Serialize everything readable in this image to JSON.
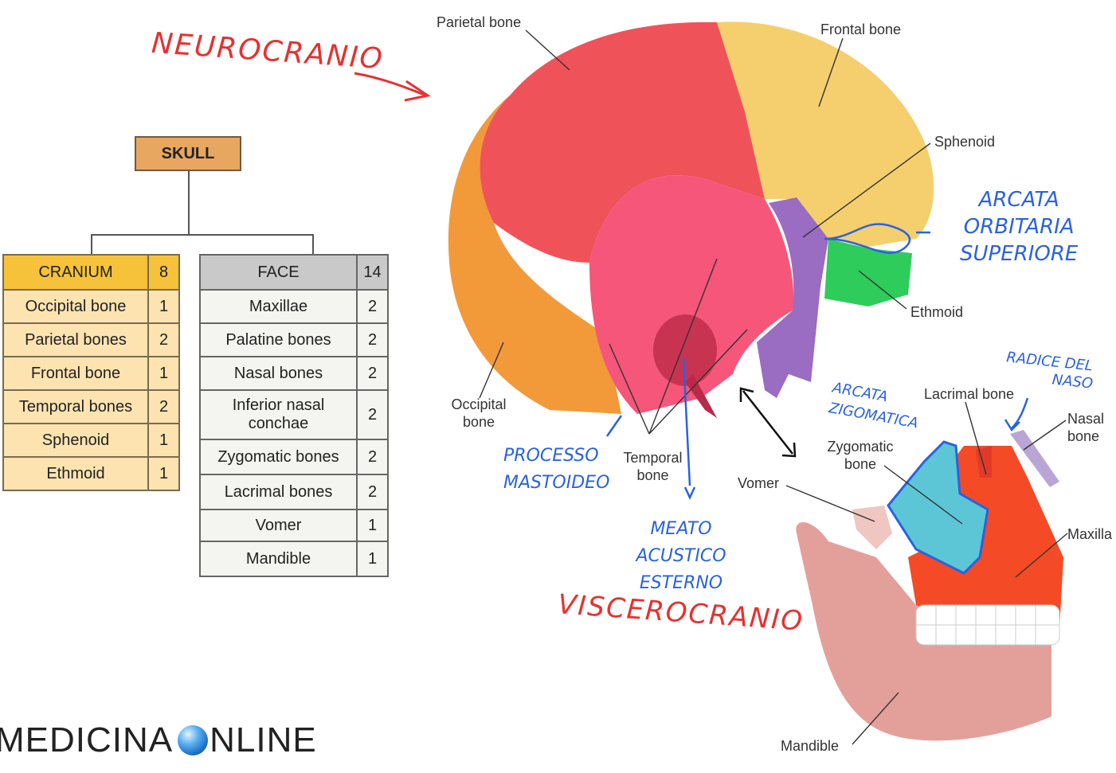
{
  "handwritten": {
    "neurocranio": "NEUROCRANIO",
    "viscerocranio": "VISCEROCRANIO",
    "arcata_orbitaria": [
      "ARCATA",
      "ORBITARIA",
      "SUPERIORE"
    ],
    "radice_naso": [
      "RADICE DEL",
      "NASO"
    ],
    "arcata_zigomatica": [
      "ARCATA",
      "ZIGOMATICA"
    ],
    "processo_mastoideo": [
      "PROCESSO",
      "MASTOIDEO"
    ],
    "meato_acustico": [
      "MEATO",
      "ACUSTICO",
      "ESTERNO"
    ]
  },
  "tree": {
    "root": "SKULL",
    "cranium": {
      "header": "CRANIUM",
      "count": "8",
      "rows": [
        {
          "name": "Occipital bone",
          "count": "1"
        },
        {
          "name": "Parietal bones",
          "count": "2"
        },
        {
          "name": "Frontal bone",
          "count": "1"
        },
        {
          "name": "Temporal bones",
          "count": "2"
        },
        {
          "name": "Sphenoid",
          "count": "1"
        },
        {
          "name": "Ethmoid",
          "count": "1"
        }
      ]
    },
    "face": {
      "header": "FACE",
      "count": "14",
      "rows": [
        {
          "name": "Maxillae",
          "count": "2"
        },
        {
          "name": "Palatine bones",
          "count": "2"
        },
        {
          "name": "Nasal bones",
          "count": "2"
        },
        {
          "name": "Inferior nasal conchae",
          "count": "2"
        },
        {
          "name": "Zygomatic bones",
          "count": "2"
        },
        {
          "name": "Lacrimal bones",
          "count": "2"
        },
        {
          "name": "Vomer",
          "count": "1"
        },
        {
          "name": "Mandible",
          "count": "1"
        }
      ]
    }
  },
  "labels": {
    "parietal": "Parietal bone",
    "frontal": "Frontal bone",
    "sphenoid": "Sphenoid",
    "ethmoid": "Ethmoid",
    "occipital": "Occipital bone",
    "temporal": "Temporal bone",
    "lacrimal": "Lacrimal bone",
    "nasal": "Nasal bone",
    "zygomatic": "Zygomatic bone",
    "vomer": "Vomer",
    "maxilla": "Maxilla",
    "mandible": "Mandible"
  },
  "colors": {
    "parietal": "#f0525a",
    "frontal": "#f5cf6e",
    "occipital": "#f29a3a",
    "temporal": "#f5567a",
    "sphenoid": "#9a6cc2",
    "ethmoid": "#2ecc5a",
    "zygomatic": "#5cc6d6",
    "maxilla": "#f54a26",
    "mandible": "#e3a09a",
    "nasal": "#b9a6d6",
    "handwriting_red": "#e83030",
    "handwriting_blue": "#2a62e0"
  },
  "logo": {
    "left": "MEDICINA",
    "right": "NLINE"
  }
}
